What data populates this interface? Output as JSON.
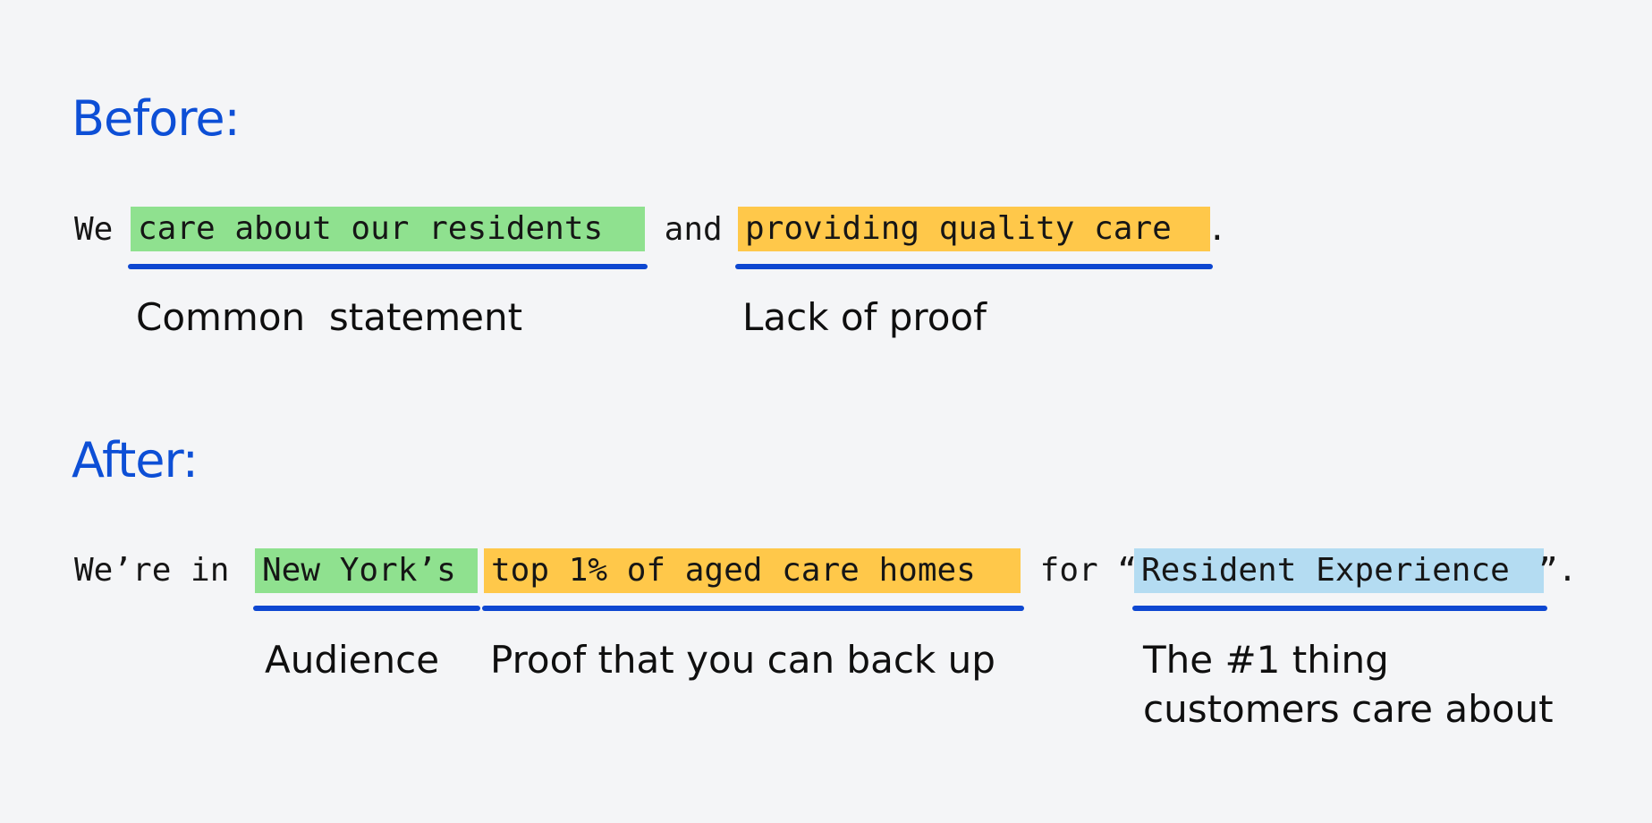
{
  "before": {
    "heading": "Before:",
    "sentence": {
      "prefix": "We ",
      "phrase1": "care about our residents",
      "connector": " and ",
      "phrase2": "providing quality care",
      "suffix": "."
    },
    "labels": {
      "phrase1": "Common  statement",
      "phrase2": "Lack of proof"
    }
  },
  "after": {
    "heading": "After:",
    "sentence": {
      "prefix": "We’re in ",
      "phrase1": "New York’s",
      "phrase2": "top 1% of aged care homes",
      "connector": " for “",
      "phrase3": "Resident Experience",
      "suffix": "”."
    },
    "labels": {
      "phrase1": "Audience",
      "phrase2": "Proof that you can back up",
      "phrase3_line1": "The #1 thing",
      "phrase3_line2": "customers care about"
    }
  },
  "colors": {
    "heading": "#0d4fd6",
    "underline": "#0d47d1",
    "highlight_green": "#8fe18f",
    "highlight_yellow": "#ffc84a",
    "highlight_blue": "#b4dcf2",
    "background": "#f4f5f7"
  }
}
